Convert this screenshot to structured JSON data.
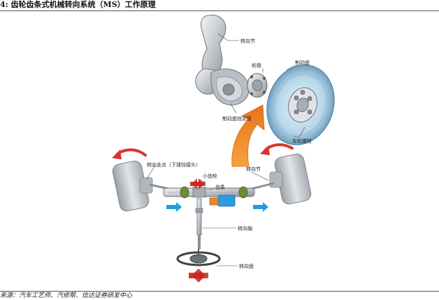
{
  "title": "4: 齿轮齿条式机械转向系统（MS）工作原理",
  "source": "来源：汽车工艺师、汽修帮、信达证券研发中心",
  "labels": {
    "steering_knuckle_top": "转向节",
    "hub": "轮毂",
    "brake_disc": "制动盘",
    "dust_shield": "制动盘挡泥板",
    "wheel_bolt": "车轮螺栓",
    "pivot": "转向支点（下球铰接头）",
    "steering_knuckle": "转向节",
    "pinion": "小齿轮",
    "rack": "齿条",
    "steering_shaft": "转向轴",
    "steering_wheel": "转向盘"
  },
  "colors": {
    "orange_arrow": "#f0821e",
    "red_arrow": "#d9342b",
    "blue_arrow": "#1e9ee0",
    "rotor": "#b7d7ea",
    "metal": "#c9ccd0"
  }
}
